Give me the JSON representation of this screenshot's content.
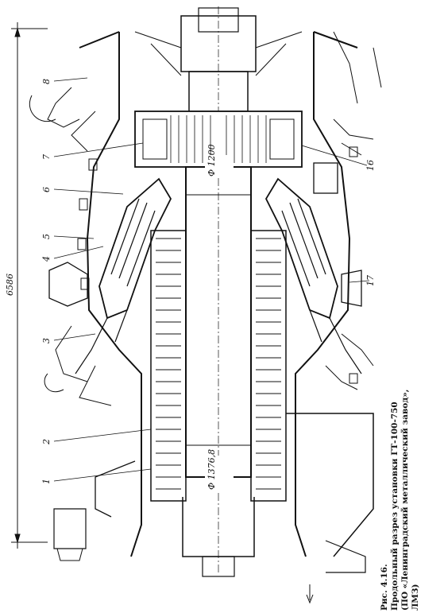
{
  "figure": {
    "number_label": "Рис. 4.16.",
    "caption_lines": [
      "Продольный разрез установки ГТ-100-750",
      "(ПО «Ленинградский металлический завод»,",
      "ЛМЗ)"
    ]
  },
  "drawing": {
    "overall_dimension": "6586",
    "diameter_labels": [
      "Ф 1200",
      "Ф 1376,8"
    ],
    "callouts": [
      "1",
      "2",
      "3",
      "4",
      "5",
      "6",
      "7",
      "8",
      "16",
      "17"
    ]
  }
}
